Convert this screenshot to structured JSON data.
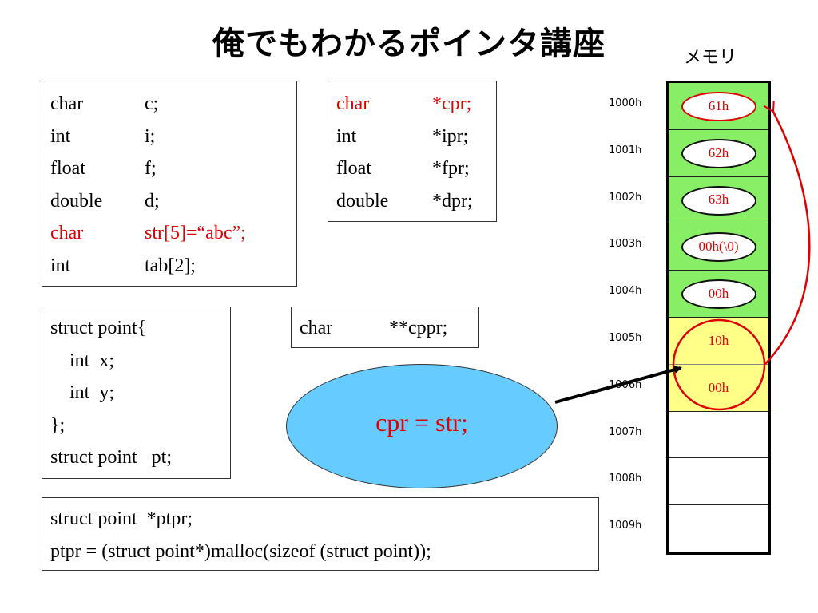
{
  "title": "俺でもわかるポインタ講座",
  "memory_label": "メモリ",
  "declarations": [
    {
      "type": "char",
      "name": "c;",
      "highlight": false
    },
    {
      "type": "int",
      "name": "i;",
      "highlight": false
    },
    {
      "type": "float",
      "name": "f;",
      "highlight": false
    },
    {
      "type": "double",
      "name": "d;",
      "highlight": false
    },
    {
      "type": "char",
      "name": "str[5]=“abc”;",
      "highlight": true
    },
    {
      "type": "int",
      "name": "tab[2];",
      "highlight": false
    }
  ],
  "pointer_declarations": [
    {
      "type": "char",
      "name": "*cpr;",
      "highlight": true
    },
    {
      "type": "int",
      "name": "*ipr;",
      "highlight": false
    },
    {
      "type": "float",
      "name": "*fpr;",
      "highlight": false
    },
    {
      "type": "double",
      "name": "*dpr;",
      "highlight": false
    }
  ],
  "struct_block": [
    "struct point{",
    "    int  x;",
    "    int  y;",
    "};",
    "struct point   pt;"
  ],
  "double_pointer": {
    "type": "char",
    "name": "**cppr;"
  },
  "malloc_block": [
    "struct point  *ptpr;",
    "ptpr = (struct point*)malloc(sizeof (struct point));"
  ],
  "statement": "cpr = str;",
  "memory": [
    {
      "address": "1000h",
      "value": "61h",
      "fill": "#88ee66",
      "oval": "red"
    },
    {
      "address": "1001h",
      "value": "62h",
      "fill": "#88ee66",
      "oval": "black"
    },
    {
      "address": "1002h",
      "value": "63h",
      "fill": "#88ee66",
      "oval": "black"
    },
    {
      "address": "1003h",
      "value": "00h(\\0)",
      "fill": "#88ee66",
      "oval": "black"
    },
    {
      "address": "1004h",
      "value": "00h",
      "fill": "#88ee66",
      "oval": "black"
    },
    {
      "address": "1005h",
      "value": "10h",
      "fill": "#ffff88",
      "oval": "none"
    },
    {
      "address": "1006h",
      "value": "00h",
      "fill": "#ffff88",
      "oval": "none"
    },
    {
      "address": "1007h",
      "value": "",
      "fill": "#ffffff",
      "oval": "none"
    },
    {
      "address": "1008h",
      "value": "",
      "fill": "#ffffff",
      "oval": "none"
    },
    {
      "address": "1009h",
      "value": "",
      "fill": "#ffffff",
      "oval": "none"
    }
  ],
  "colors": {
    "highlight": "#e00000",
    "ellipse": "#66ccff",
    "used_memory": "#88ee66",
    "pointer_memory": "#ffff88"
  }
}
